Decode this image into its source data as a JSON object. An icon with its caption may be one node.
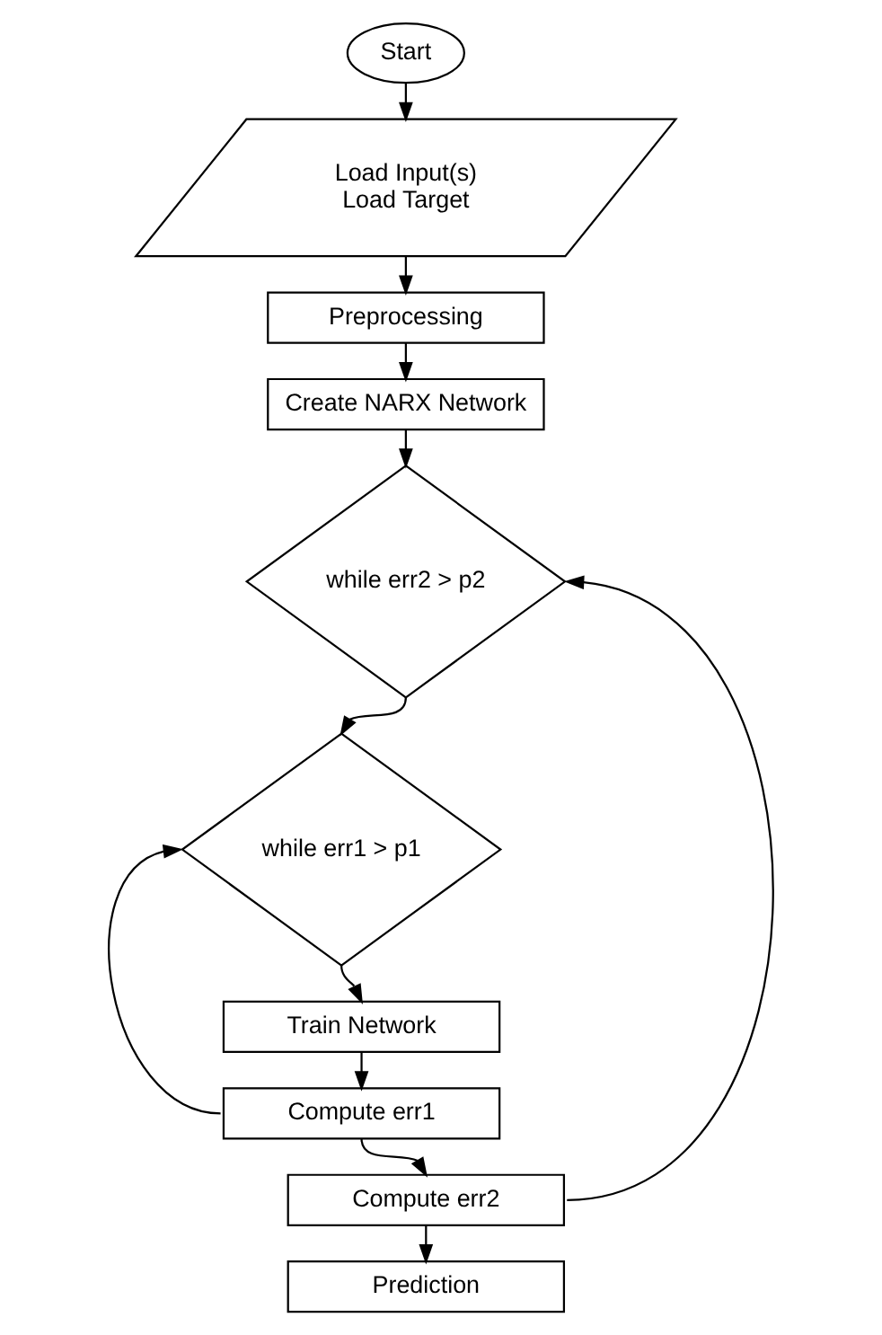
{
  "diagram": {
    "nodes": [
      {
        "text": [
          "Start"
        ]
      },
      {
        "text": [
          "Load Input(s)",
          "Load Target"
        ]
      },
      {
        "text": [
          "Preprocessing"
        ]
      },
      {
        "text": [
          "Create NARX Network"
        ]
      },
      {
        "text": [
          "while err2 > p2"
        ]
      },
      {
        "text": [
          "while err1 > p1"
        ]
      },
      {
        "text": [
          "Train Network"
        ]
      },
      {
        "text": [
          "Compute err1"
        ]
      },
      {
        "text": [
          "Compute err2"
        ]
      },
      {
        "text": [
          "Prediction"
        ]
      }
    ],
    "edges": [
      {
        "from": 0,
        "to": 1,
        "arrow": "to"
      },
      {
        "from": 1,
        "to": 2,
        "arrow": "to"
      },
      {
        "from": 2,
        "to": 3,
        "arrow": "to"
      },
      {
        "from": 3,
        "to": 4,
        "arrow": "to"
      },
      {
        "from": 4,
        "to": 5,
        "arrow": "to"
      },
      {
        "from": 5,
        "to": 6,
        "arrow": "to"
      },
      {
        "from": 6,
        "to": 7,
        "arrow": "to"
      },
      {
        "from": 7,
        "to": 5,
        "arrow": "to"
      },
      {
        "from": 7,
        "to": 8,
        "arrow": "to"
      },
      {
        "from": 8,
        "to": 4,
        "arrow": "to"
      },
      {
        "from": 8,
        "to": 9,
        "arrow": "to"
      }
    ]
  }
}
